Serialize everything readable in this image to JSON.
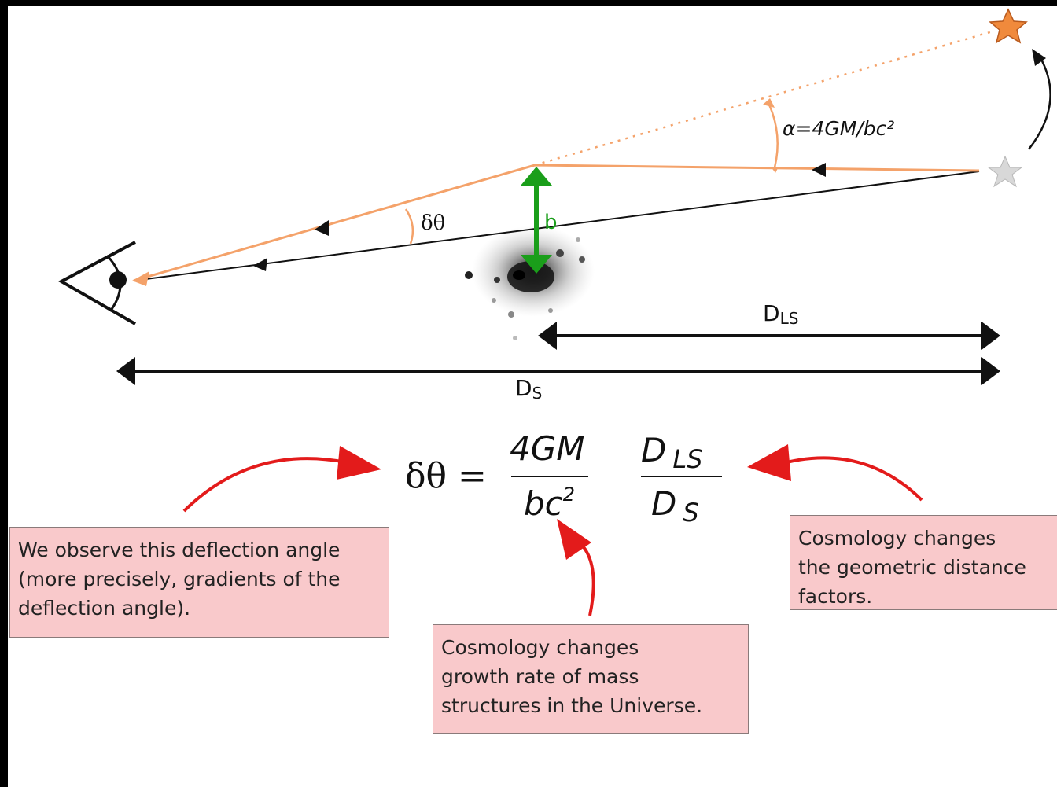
{
  "labels": {
    "alpha": "α=4GM/bc²",
    "delta_theta": "δθ",
    "impact_parameter": "b",
    "d_ls_main": "D",
    "d_ls_sub": "LS",
    "d_s_main": "D",
    "d_s_sub": "S"
  },
  "equation": {
    "lhs": "δθ =",
    "frac1_num": "4GM",
    "frac1_den_base": "bc",
    "frac1_den_exp": "2",
    "frac2_num_main": "D",
    "frac2_num_sub": "LS",
    "frac2_den_main": "D",
    "frac2_den_sub": "S"
  },
  "callouts": {
    "left": "We observe this deflection angle\n(more precisely, gradients of the\ndeflection angle).",
    "middle": "Cosmology changes\ngrowth rate of mass\nstructures in the Universe.",
    "right": "Cosmology changes\nthe geometric distance\nfactors."
  },
  "colors": {
    "light_ray": "#f4a26a",
    "true_ray": "#111111",
    "impact_arrow": "#1a9e1a",
    "callout_arrow": "#e31b1b",
    "callout_fill": "#f9c9cb",
    "true_star": "#d8d8d8",
    "apparent_star": "#f08a3c"
  },
  "icons": {
    "observer": "eye-icon",
    "galaxy": "galaxy-icon",
    "true_source": "star-icon",
    "apparent_source": "star-icon"
  }
}
